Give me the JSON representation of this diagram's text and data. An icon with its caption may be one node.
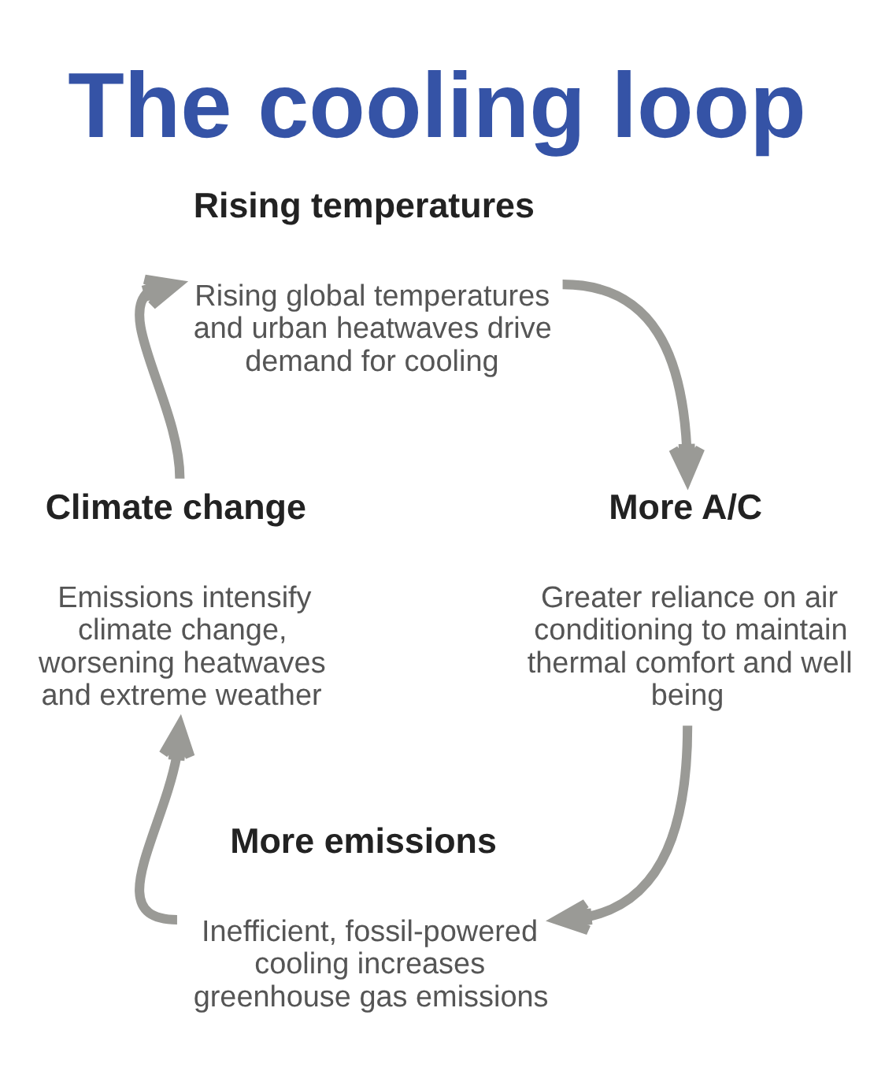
{
  "diagram": {
    "title": "The cooling loop",
    "nodes": [
      {
        "text": [
          "Rising temperatures",
          "Rising global temperatures and urban heatwaves drive demand for cooling"
        ]
      },
      {
        "text": [
          "More A/C",
          "Greater reliance on air conditioning to maintain thermal comfort and well being"
        ]
      },
      {
        "text": [
          "More emissions",
          "Inefficient, fossil-powered cooling increases greenhouse gas emissions"
        ]
      },
      {
        "text": [
          "Climate change",
          "Emissions intensify climate change, worsening heatwaves and extreme weather"
        ]
      }
    ],
    "edges": [
      {
        "from": 0,
        "to": 1,
        "arrow": "to"
      },
      {
        "from": 1,
        "to": 2,
        "arrow": "to"
      },
      {
        "from": 2,
        "to": 3,
        "arrow": "to"
      },
      {
        "from": 3,
        "to": 0,
        "arrow": "to"
      }
    ]
  }
}
